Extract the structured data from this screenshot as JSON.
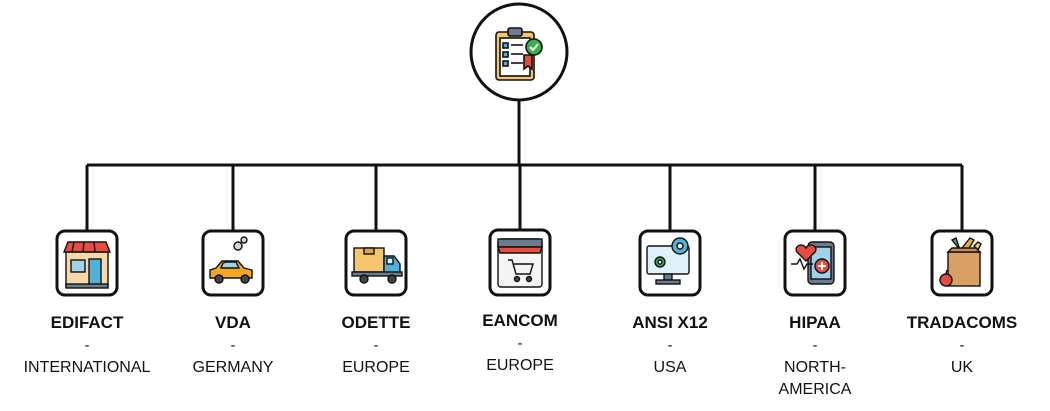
{
  "root": {
    "icon": "clipboard-checklist-icon"
  },
  "standards": [
    {
      "name": "EDIFACT",
      "dash": "-",
      "region": "INTERNATIONAL",
      "icon": "storefront-icon"
    },
    {
      "name": "VDA",
      "dash": "-",
      "region": "GERMANY",
      "icon": "car-icon"
    },
    {
      "name": "ODETTE",
      "dash": "-",
      "region": "EUROPE",
      "icon": "delivery-truck-icon"
    },
    {
      "name": "EANCOM",
      "dash": "-",
      "region": "EUROPE",
      "icon": "online-shop-cart-icon"
    },
    {
      "name": "ANSI X12",
      "dash": "-",
      "region": "USA",
      "icon": "computer-settings-icon"
    },
    {
      "name": "HIPAA",
      "dash": "-",
      "region": "NORTH-\nAMERICA",
      "icon": "health-phone-icon"
    },
    {
      "name": "TRADACOMS",
      "dash": "-",
      "region": "UK",
      "icon": "grocery-bag-icon"
    }
  ],
  "colors": {
    "line": "#111111",
    "accent_green": "#35b24a",
    "accent_orange": "#f5a623",
    "accent_red": "#e74c3c",
    "accent_blue": "#4fb3d9"
  }
}
